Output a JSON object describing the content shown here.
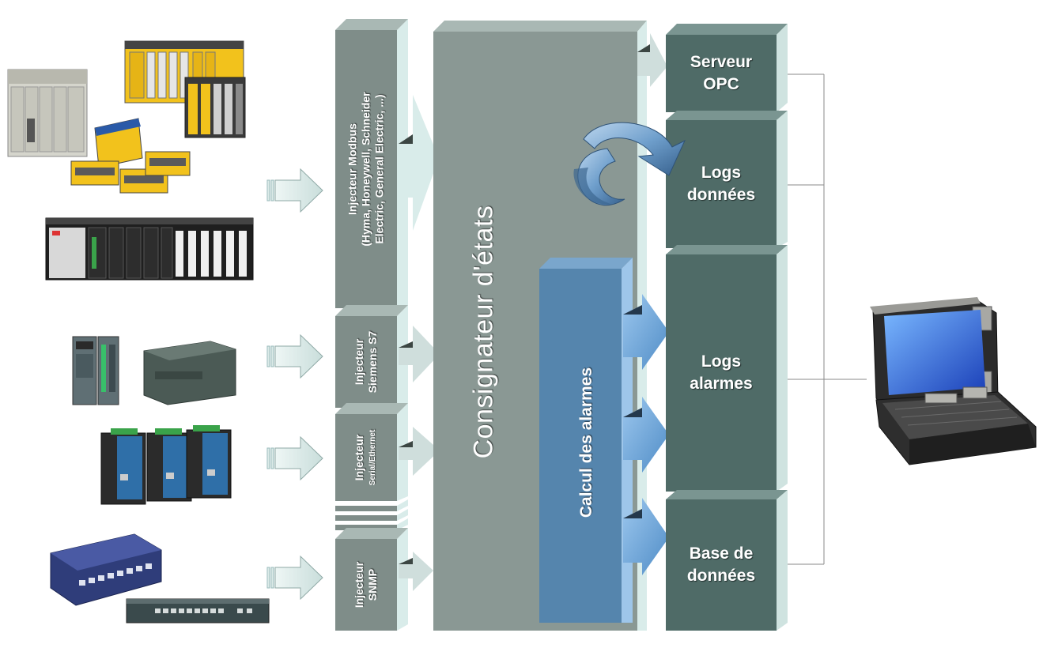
{
  "injectors": {
    "modbus": {
      "title": "Injecteur Modbus",
      "detail_1": "(Hyma, Honeywell, Schneider",
      "detail_2": "Electric, General Electric, ...)"
    },
    "s7": {
      "title": "Injecteur",
      "detail": "Siemens S7"
    },
    "serial": {
      "title": "Injecteur",
      "detail": "Serial/Ethernet"
    },
    "snmp": {
      "title": "Injecteur",
      "detail": "SNMP"
    }
  },
  "center": {
    "logger": "Consignateur d'états",
    "alarms": "Calcul des alarmes"
  },
  "outputs": {
    "opc": {
      "line1": "Serveur",
      "line2": "OPC"
    },
    "logs_data": {
      "line1": "Logs",
      "line2": "données"
    },
    "logs_alarms": {
      "line1": "Logs",
      "line2": "alarmes"
    },
    "database": {
      "line1": "Base de",
      "line2": "données"
    }
  },
  "colors": {
    "injector": "#7f8d89",
    "logger": "#8a9894",
    "alarm": "#5585ad",
    "output": "#4f6b67",
    "arrow_light": "#dcecea",
    "arrow_blue": "#6fa3d6"
  }
}
